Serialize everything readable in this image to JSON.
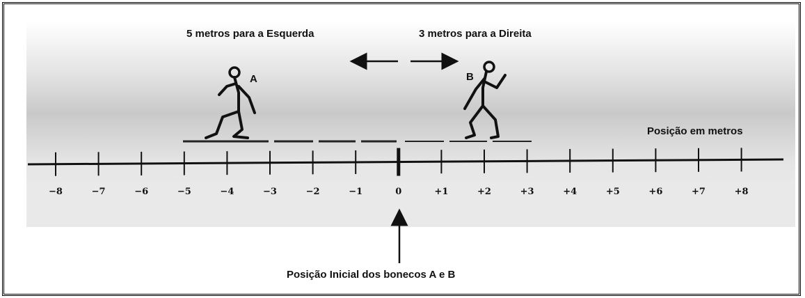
{
  "labels": {
    "left_move": "5 metros para a Esquerda",
    "right_move": "3 metros para a Direita",
    "axis_caption": "Posição em metros",
    "initial_position": "Posição Inicial dos bonecos A e B",
    "figure_a": "A",
    "figure_b": "B"
  },
  "number_line": {
    "ticks": [
      "−8",
      "−7",
      "−6",
      "−5",
      "−4",
      "−3",
      "−2",
      "−1",
      "0",
      "+1",
      "+2",
      "+3",
      "+4",
      "+5",
      "+6",
      "+7",
      "+8"
    ],
    "origin": "0"
  },
  "figures": [
    {
      "name": "A",
      "start": 0,
      "displacement": -5,
      "final": -5
    },
    {
      "name": "B",
      "start": 0,
      "displacement": 3,
      "final": 3
    }
  ]
}
